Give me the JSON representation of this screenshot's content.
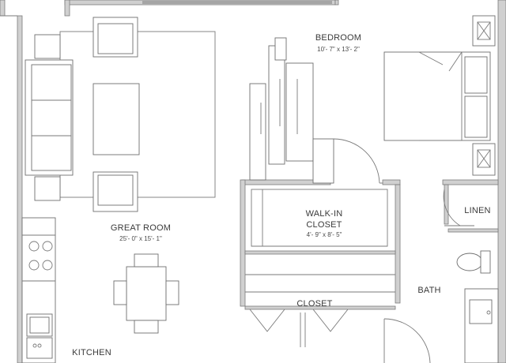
{
  "rooms": {
    "bedroom": {
      "name": "BEDROOM",
      "dimensions": "10'- 7\" x 13'- 2\""
    },
    "great_room": {
      "name": "GREAT ROOM",
      "dimensions": "25'- 0\" x 15'- 1\""
    },
    "walk_in_closet": {
      "name_line1": "WALK-IN",
      "name_line2": "CLOSET",
      "dimensions": "4'- 9\" x 8'- 5\""
    },
    "closet": {
      "name": "CLOSET"
    },
    "linen": {
      "name": "LINEN"
    },
    "bath": {
      "name": "BATH"
    },
    "kitchen": {
      "name": "KITCHEN"
    }
  }
}
